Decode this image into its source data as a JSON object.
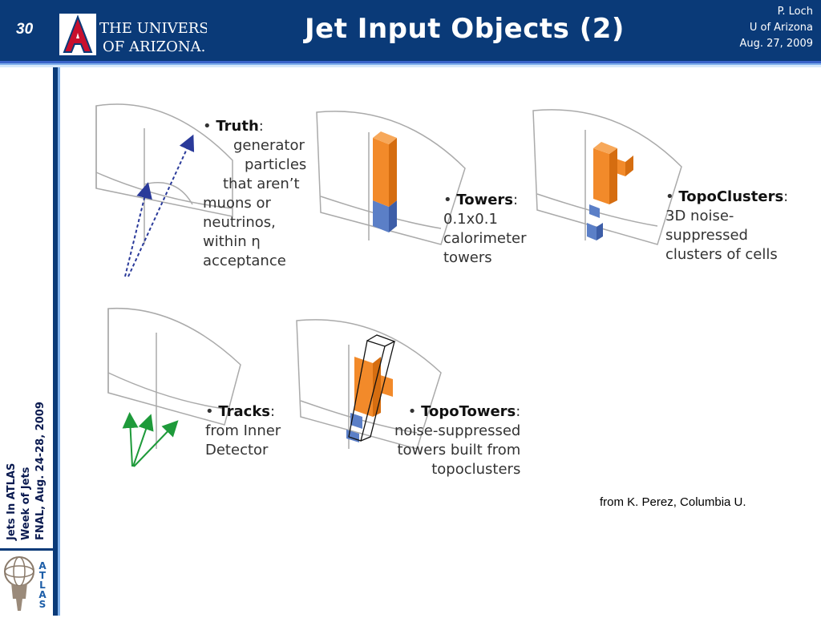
{
  "header": {
    "slide_number": "30",
    "logo_text": {
      "line1": "THE UNIVERSITY",
      "line2": "OF ARIZONA."
    },
    "title": "Jet Input Objects (2)",
    "author": "P. Loch",
    "affiliation": "U of Arizona",
    "date": "Aug. 27, 2009"
  },
  "sidebar": {
    "lines": [
      "Jets In ATLAS",
      "Week of Jets",
      "FNAL, Aug. 24-28, 2009"
    ],
    "atlas_letters": [
      "A",
      "T",
      "L",
      "A",
      "S"
    ]
  },
  "panels": {
    "truth": {
      "heading": "Truth",
      "text": [
        "generator",
        "particles",
        "that aren’t",
        "muons or",
        "neutrinos,",
        "within η",
        "acceptance"
      ]
    },
    "towers": {
      "heading": "Towers",
      "text": [
        "0.1x0.1",
        "calorimeter",
        "towers"
      ]
    },
    "topoclusters": {
      "heading": "TopoClusters",
      "text": [
        "3D noise-",
        "suppressed",
        "clusters of cells"
      ]
    },
    "tracks": {
      "heading": "Tracks",
      "text": [
        "from Inner",
        "Detector"
      ]
    },
    "topotowers": {
      "heading": "TopoTowers",
      "text": [
        "noise-suppressed",
        "towers built from",
        "topoclusters"
      ]
    }
  },
  "credit": "from K. Perez, Columbia U.",
  "colors": {
    "header_bg": "#0a3a78",
    "orange": "#f28a2a",
    "blue": "#5b7fc7",
    "truth_arrow": "#2a3a9a",
    "track_arrow": "#1e9a3a"
  }
}
